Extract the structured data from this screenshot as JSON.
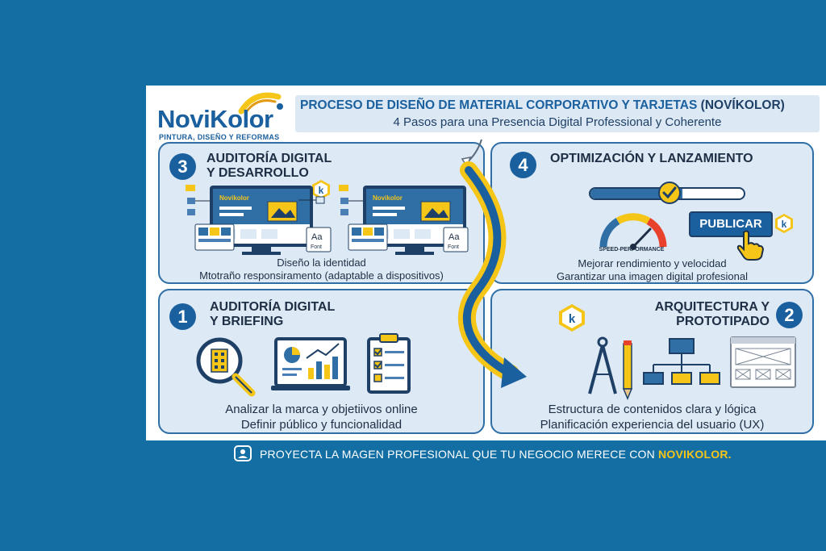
{
  "brand": {
    "logo_word": "NoviKolor",
    "tagline": "PINTURA, DISEÑO Y REFORMAS",
    "k_badge": "k"
  },
  "header": {
    "title_main": "PROCESO DE DISEÑO DE MATERIAL CORPORATIVO Y TARJETAS",
    "title_brand": "(NOVÍKOLOR)",
    "subtitle": "4 Pasos para una Presencia Digital Professional y Coherente"
  },
  "steps": [
    {
      "number": "3",
      "title_line1": "AUDITORÍA DIGITAL",
      "title_line2": "Y DESARROLLO",
      "text_line1": "Diseño la identidad",
      "text_line2": "Mtotraño responsiramento (adaptable a dispositivos)",
      "mockup_logo": "Novikolor",
      "font_card_big": "Aa",
      "font_card_small": "Font"
    },
    {
      "number": "4",
      "title_line1": "OPTIMIZACIÓN Y LANZAMIENTO",
      "gauge_label": "SPEED-PERFORMANCE",
      "button_label": "PUBLICAR",
      "progress_fraction": 0.6,
      "text_line1": "Mejorar rendimiento y velocidad",
      "text_line2": "Garantizar una imagen digital profesional"
    },
    {
      "number": "1",
      "title_line1": "AUDITORÍA DIGITAL",
      "title_line2": "Y BRIEFING",
      "text_line1": "Analizar la marca y objetiivos online",
      "text_line2": "Definir público y funcionalidad"
    },
    {
      "number": "2",
      "title_line1": "ARQUITECTURA Y",
      "title_line2": "PROTOTIPADO",
      "text_line1": "Estructura de contenidos clara y lógica",
      "text_line2": "Planificación experiencia del usuario (UX)"
    }
  ],
  "footer": {
    "text": "PROYECTA LA MAGEN PROFESIONAL QUE TU NEGOCIO MERECE CON",
    "brand": "NOVIKOLOR."
  },
  "colors": {
    "page_bg": "#136ea4",
    "brand_blue": "#1a5f9e",
    "panel_bg": "#dde9f4",
    "accent_yellow": "#f5c518"
  }
}
